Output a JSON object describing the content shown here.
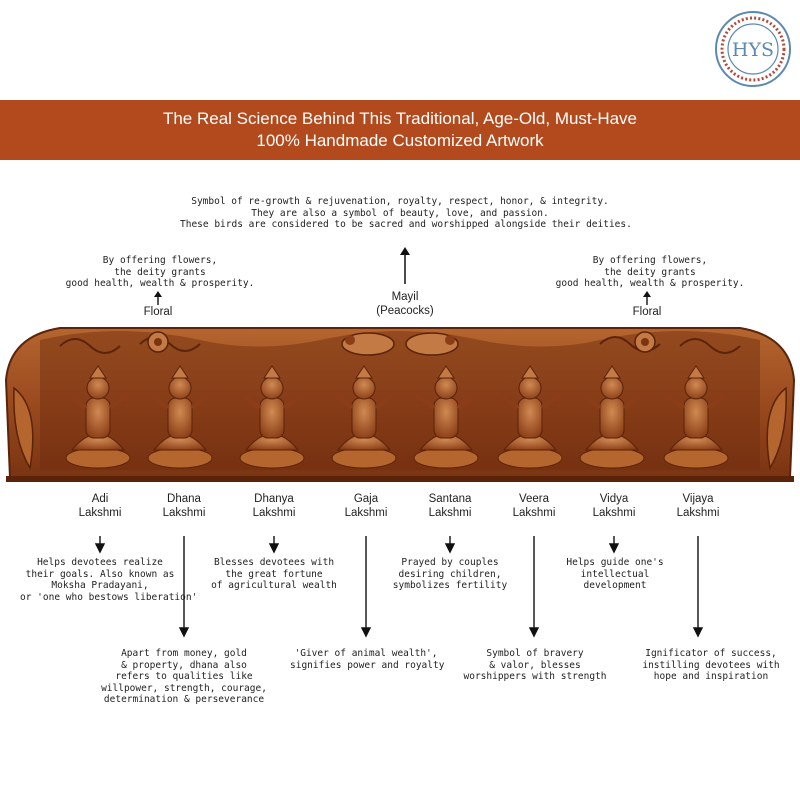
{
  "logo": {
    "text": "HYS",
    "ring_color": "#b24a3e",
    "inner_color": "#5b89b0"
  },
  "banner": {
    "line1": "The Real Science Behind This Traditional, Age-Old, Must-Have",
    "line2": "100% Handmade Customized Artwork",
    "color": "#b24a1d"
  },
  "top_notes": {
    "floral_left": {
      "lines": [
        "By offering flowers,",
        "the deity grants",
        "good health, wealth & prosperity."
      ],
      "label": "Floral"
    },
    "mayil": {
      "lines": [
        "Symbol of re-growth & rejuvenation, royalty, respect, honor, & integrity.",
        "They are also a symbol of beauty, love, and passion.",
        "These birds are considered to be sacred and worshipped alongside their deities."
      ],
      "label_line1": "Mayil",
      "label_line2": "(Peacocks)"
    },
    "floral_right": {
      "lines": [
        "By offering flowers,",
        "the deity grants",
        "good health, wealth & prosperity."
      ],
      "label": "Floral"
    }
  },
  "lakshmis": [
    {
      "name1": "Adi",
      "name2": "Lakshmi",
      "desc": [
        "Helps devotees realize",
        "their goals. Also known as",
        "Moksha Pradayani,",
        "or 'one who bestows liberation'"
      ]
    },
    {
      "name1": "Dhana",
      "name2": "Lakshmi",
      "desc": [
        "Apart from money, gold",
        "& property, dhana also",
        "refers to qualities like",
        "willpower, strength, courage,",
        "determination & perseverance"
      ]
    },
    {
      "name1": "Dhanya",
      "name2": "Lakshmi",
      "desc": [
        "Blesses devotees with",
        "the great fortune",
        "of agricultural wealth"
      ]
    },
    {
      "name1": "Gaja",
      "name2": "Lakshmi",
      "desc": [
        "'Giver of animal wealth',",
        "signifies power and royalty"
      ]
    },
    {
      "name1": "Santana",
      "name2": "Lakshmi",
      "desc": [
        "Prayed by couples",
        "desiring children,",
        "symbolizes fertility"
      ]
    },
    {
      "name1": "Veera",
      "name2": "Lakshmi",
      "desc": [
        "Symbol of bravery",
        "& valor, blesses",
        "worshippers with strength"
      ]
    },
    {
      "name1": "Vidya",
      "name2": "Lakshmi",
      "desc": [
        "Helps guide one's",
        "intellectual",
        "development"
      ]
    },
    {
      "name1": "Vijaya",
      "name2": "Lakshmi",
      "desc": [
        "Ignificator of success,",
        "instilling devotees with",
        "hope and inspiration"
      ]
    }
  ],
  "carving": {
    "wood_dark": "#6e2d0f",
    "wood_mid": "#9a4a1e",
    "wood_light": "#c47a44"
  }
}
